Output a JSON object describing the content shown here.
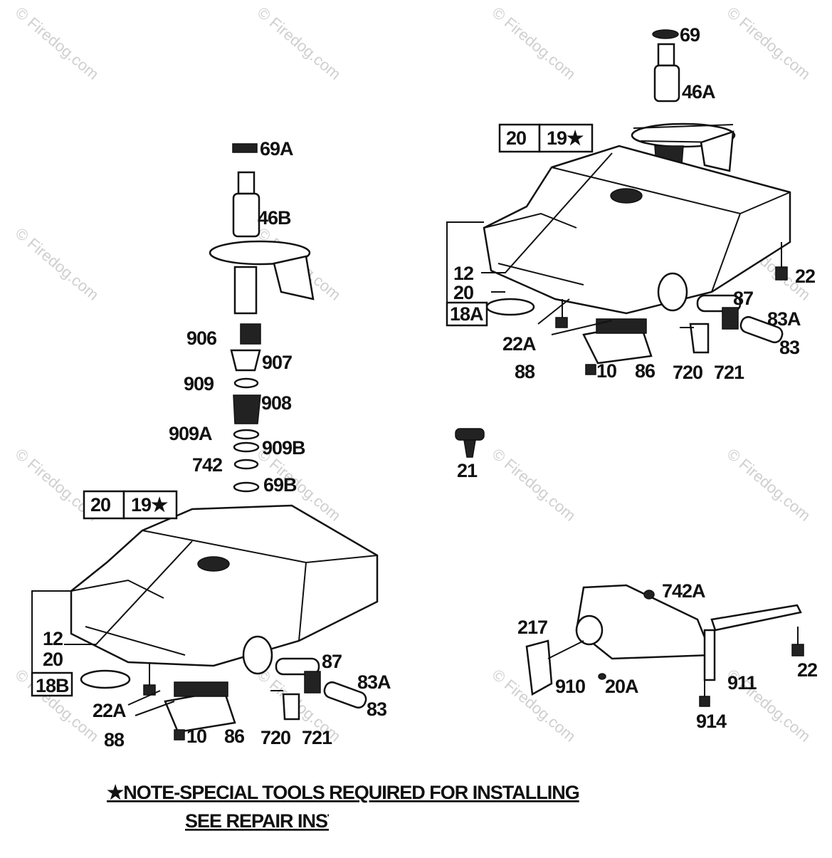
{
  "watermark": "© Firedog.com",
  "callouts": {
    "c69": "69",
    "c46A": "46A",
    "c69A": "69A",
    "c46B": "46B",
    "c906": "906",
    "c907": "907",
    "c909": "909",
    "c908": "908",
    "c909A": "909A",
    "c909B": "909B",
    "c742": "742",
    "c69B": "69B",
    "c12a": "12",
    "c20a": "20",
    "c18A": "18A",
    "c22A_a": "22A",
    "c88a": "88",
    "c10a": "10",
    "c86a": "86",
    "c720a": "720",
    "c721a": "721",
    "c87a": "87",
    "c83Aa": "83A",
    "c83a": "83",
    "c22a": "22",
    "c21": "21",
    "c12b": "12",
    "c20b": "20",
    "c18B": "18B",
    "c22A_b": "22A",
    "c88b": "88",
    "c10b": "10",
    "c86b": "86",
    "c720b": "720",
    "c721b": "721",
    "c87b": "87",
    "c83Ab": "83A",
    "c83b": "83",
    "c742A": "742A",
    "c217": "217",
    "c910": "910",
    "c20A": "20A",
    "c911": "911",
    "c22b": "22",
    "c914": "914"
  },
  "boxes": {
    "top_left": "20",
    "top_right": "19★",
    "bottom_left": "20",
    "bottom_right": "19★"
  },
  "note": {
    "line1": "★NOTE-SPECIAL TOOLS REQUIRED  FOR INSTALLING",
    "line2": "SEE REPAIR INSTRUCTION MANUAL"
  }
}
